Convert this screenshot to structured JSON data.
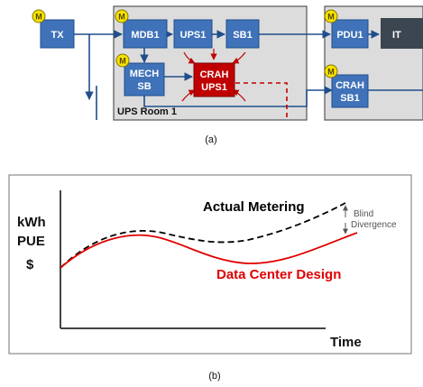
{
  "figure_a": {
    "caption": "(a)",
    "room_label": "UPS Room 1",
    "meter_badge": "M",
    "boxes": {
      "tx": [
        "TX"
      ],
      "mdb1": [
        "MDB1"
      ],
      "ups1": [
        "UPS1"
      ],
      "sb1": [
        "SB1"
      ],
      "mech_sb": [
        "MECH",
        "SB"
      ],
      "crah_ups1": [
        "CRAH",
        "UPS1"
      ],
      "pdu1": [
        "PDU1"
      ],
      "it_partial": [
        "IT"
      ],
      "crah_sb1": [
        "CRAH",
        "SB1"
      ]
    },
    "colors": {
      "equipment_blue": "#3f72b8",
      "cooling_red": "#c00000",
      "meter_yellow": "#f4e300",
      "room_gray": "#dcdcdc",
      "wire_blue": "#1f4e8c",
      "it_dark": "#3c4650"
    }
  },
  "figure_b": {
    "caption": "(b)",
    "y_labels": [
      "kWh",
      "PUE",
      "$"
    ],
    "x_label": "Time",
    "annotations": {
      "actual_metering": "Actual Metering",
      "design": "Data Center Design",
      "blind": "Blind",
      "divergence": "Divergence"
    },
    "colors": {
      "actual": "#000000",
      "design": "#e00000",
      "annotation_gray": "#555555"
    }
  }
}
